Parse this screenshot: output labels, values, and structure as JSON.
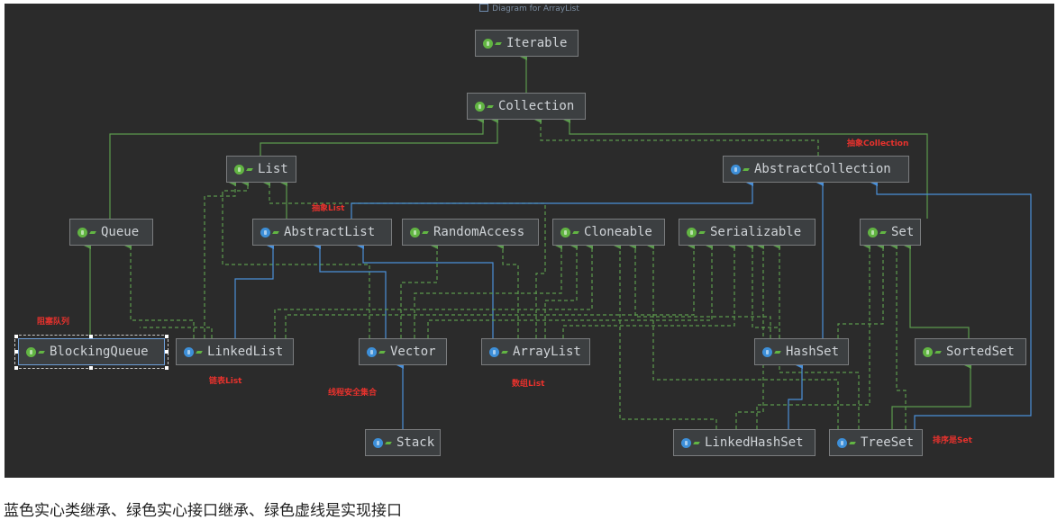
{
  "window": {
    "title": "Diagram for ArrayList"
  },
  "legend_colors": {
    "interface": "#62b543",
    "class": "#3d8fd8",
    "edge_green": "#5b9a4d",
    "edge_blue": "#4a8fd8",
    "annotation": "#e8322d"
  },
  "nodes": [
    {
      "id": "iterable",
      "label": "Iterable",
      "kind": "interface",
      "icon": "interface-icon"
    },
    {
      "id": "collection",
      "label": "Collection",
      "kind": "interface",
      "icon": "interface-icon"
    },
    {
      "id": "list",
      "label": "List",
      "kind": "interface",
      "icon": "interface-icon"
    },
    {
      "id": "abstract_collection",
      "label": "AbstractCollection",
      "kind": "class",
      "icon": "abstract-class-icon"
    },
    {
      "id": "queue",
      "label": "Queue",
      "kind": "interface",
      "icon": "interface-icon"
    },
    {
      "id": "abstract_list",
      "label": "AbstractList",
      "kind": "class",
      "icon": "abstract-class-icon"
    },
    {
      "id": "random_access",
      "label": "RandomAccess",
      "kind": "interface",
      "icon": "interface-icon"
    },
    {
      "id": "cloneable",
      "label": "Cloneable",
      "kind": "interface",
      "icon": "interface-icon"
    },
    {
      "id": "serializable",
      "label": "Serializable",
      "kind": "interface",
      "icon": "interface-icon"
    },
    {
      "id": "set",
      "label": "Set",
      "kind": "interface",
      "icon": "interface-icon"
    },
    {
      "id": "blocking_queue",
      "label": "BlockingQueue",
      "kind": "interface",
      "icon": "interface-icon"
    },
    {
      "id": "linked_list",
      "label": "LinkedList",
      "kind": "class",
      "icon": "class-icon"
    },
    {
      "id": "vector",
      "label": "Vector",
      "kind": "class",
      "icon": "class-icon"
    },
    {
      "id": "array_list",
      "label": "ArrayList",
      "kind": "class",
      "icon": "class-icon"
    },
    {
      "id": "hash_set",
      "label": "HashSet",
      "kind": "class",
      "icon": "class-icon"
    },
    {
      "id": "sorted_set",
      "label": "SortedSet",
      "kind": "interface",
      "icon": "interface-icon"
    },
    {
      "id": "stack",
      "label": "Stack",
      "kind": "class",
      "icon": "class-icon"
    },
    {
      "id": "linked_hash_set",
      "label": "LinkedHashSet",
      "kind": "class",
      "icon": "class-icon"
    },
    {
      "id": "tree_set",
      "label": "TreeSet",
      "kind": "class",
      "icon": "class-icon"
    }
  ],
  "annotations": {
    "abstract_collection_note": "抽象Collection",
    "abstract_list_note": "抽象List",
    "blocking_queue_note": "阻塞队列",
    "linked_list_note": "链表List",
    "vector_note": "线程安全集合",
    "array_list_note": "数组List",
    "tree_set_note": "排序是Set"
  },
  "caption": "蓝色实心类继承、绿色实心接口继承、绿色虚线是实现接口"
}
